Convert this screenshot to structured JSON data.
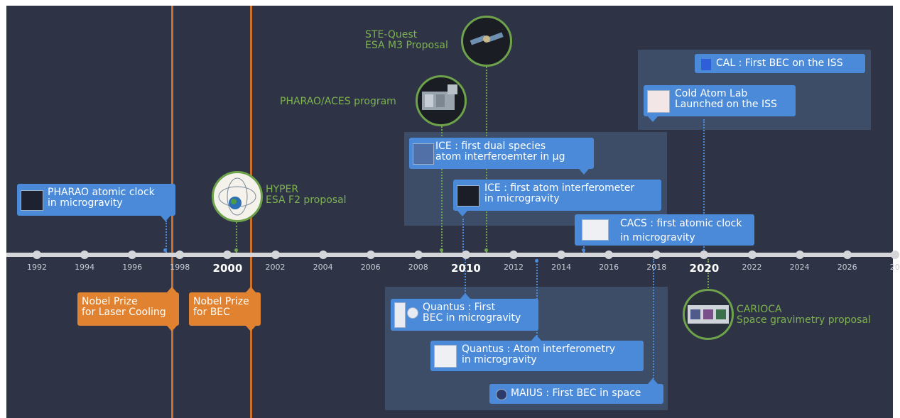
{
  "axis": {
    "years": [
      "1992",
      "1994",
      "1996",
      "1998",
      "2000",
      "2002",
      "2004",
      "2006",
      "2008",
      "2010",
      "2012",
      "2014",
      "2016",
      "2018",
      "2020",
      "2022",
      "2024",
      "2026",
      "20"
    ],
    "major_years": [
      "2000",
      "2010",
      "2020"
    ]
  },
  "nobel": [
    {
      "label": "Nobel Prize\nfor Laser Cooling"
    },
    {
      "label": "Nobel Prize\nfor BEC"
    }
  ],
  "proposals": [
    {
      "label": "STE-Quest\nESA M3 Proposal",
      "icon": "satellite-icon"
    },
    {
      "label": "PHARAO/ACES program",
      "icon": "space-station-icon"
    },
    {
      "label": "HYPER\nESA F2 proposal",
      "icon": "earth-orbit-icon"
    },
    {
      "label": "CARIOCA\nSpace gravimetry proposal",
      "icon": "instrument-icon"
    }
  ],
  "events": [
    {
      "label": "PHARAO atomic clock\nin microgravity",
      "icon": "clock-apparatus-icon"
    },
    {
      "label": "ICE : first dual species\natom interferoemter in µg",
      "icon": "team-photo-icon"
    },
    {
      "label": "ICE : first atom interferometer\nin microgravity",
      "icon": "parabolic-flight-icon"
    },
    {
      "label": "CACS : first atomic clock\nin microgravity",
      "icon": "clock-schematic-icon"
    },
    {
      "label": "CAL : First BEC on the ISS",
      "icon": "cal-logo-icon"
    },
    {
      "label": "Cold Atom Lab\nLaunched on the ISS",
      "icon": "cal-mission-icon"
    },
    {
      "label": "Quantus : First\nBEC in microgravity",
      "icon": "drop-capsule-icon"
    },
    {
      "label": "Quantus : Atom interferometry\nin microgravity",
      "icon": "apparatus-icon"
    },
    {
      "label": "MAIUS : First BEC in space",
      "icon": "maius-logo-icon"
    }
  ],
  "colors": {
    "background": "#2e3446",
    "event_blue": "#4a8ad8",
    "nobel_orange": "#e0822f",
    "proposal_green": "#7db24f",
    "axis": "#d4d6da"
  }
}
